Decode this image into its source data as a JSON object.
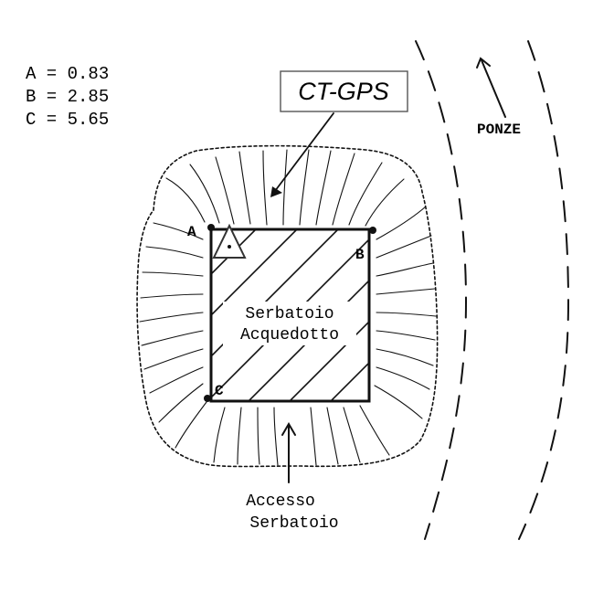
{
  "legend": {
    "a_line": "A = 0.83",
    "b_line": "B = 2.85",
    "c_line": "C = 5.65"
  },
  "callout": {
    "label": "CT-GPS"
  },
  "tank": {
    "line1": "Serbatoio",
    "line2": "Acquedotto"
  },
  "points": {
    "a": "A",
    "b": "B",
    "c": "C"
  },
  "road": {
    "label": "PONZE"
  },
  "access": {
    "line1": "Accesso",
    "line2": "Serbatoio"
  }
}
